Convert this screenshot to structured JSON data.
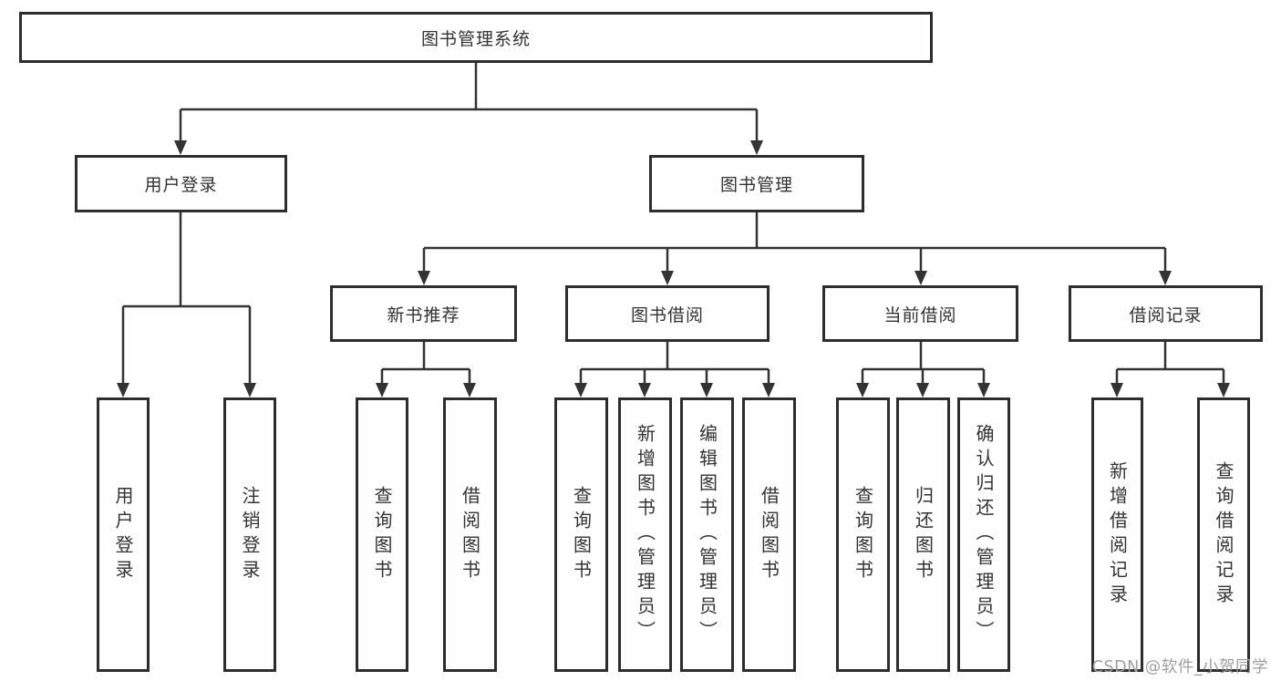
{
  "title_box": "图书管理系统",
  "branches": {
    "user_login": {
      "label": "用户登录",
      "children": [
        "用户登录",
        "注销登录"
      ]
    },
    "book_management": {
      "label": "图书管理",
      "sections": [
        {
          "label": "新书推荐",
          "children": [
            "查询图书",
            "借阅图书"
          ]
        },
        {
          "label": "图书借阅",
          "children": [
            "查询图书",
            "新增图书（管理员）",
            "编辑图书（管理员）",
            "借阅图书"
          ]
        },
        {
          "label": "当前借阅",
          "children": [
            "查询图书",
            "归还图书",
            "确认归还（管理员）"
          ]
        },
        {
          "label": "借阅记录",
          "children": [
            "新增借阅记录",
            "查询借阅记录"
          ]
        }
      ]
    }
  },
  "watermark": "CSDN @软件_小贺同学",
  "colors": {
    "line": "#333333",
    "box_border": "#2d2d2d",
    "text": "#333333",
    "watermark_gray": "#9e9e9e",
    "background": "#ffffff"
  }
}
